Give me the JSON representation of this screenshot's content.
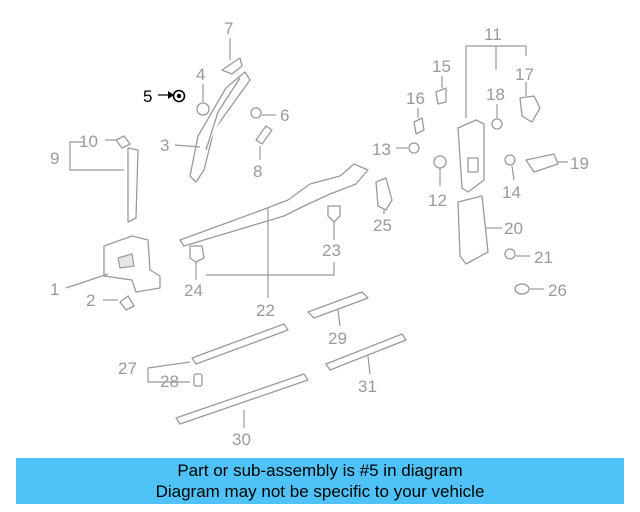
{
  "diagram": {
    "highlight_color": "#000000",
    "part_color": "#9a9a9a",
    "callouts": {
      "c1": "1",
      "c2": "2",
      "c3": "3",
      "c4": "4",
      "c5": "5",
      "c6": "6",
      "c7": "7",
      "c8": "8",
      "c9": "9",
      "c10": "10",
      "c11": "11",
      "c12": "12",
      "c13": "13",
      "c14": "14",
      "c15": "15",
      "c16": "16",
      "c17": "17",
      "c18": "18",
      "c19": "19",
      "c20": "20",
      "c21": "21",
      "c22": "22",
      "c23": "23",
      "c24": "24",
      "c25": "25",
      "c26": "26",
      "c27": "27",
      "c28": "28",
      "c29": "29",
      "c30": "30",
      "c31": "31"
    }
  },
  "banner": {
    "background": "#4fc3f7",
    "line1": "Part or sub-assembly is #5 in diagram",
    "line2": "Diagram may not be specific to your vehicle"
  }
}
